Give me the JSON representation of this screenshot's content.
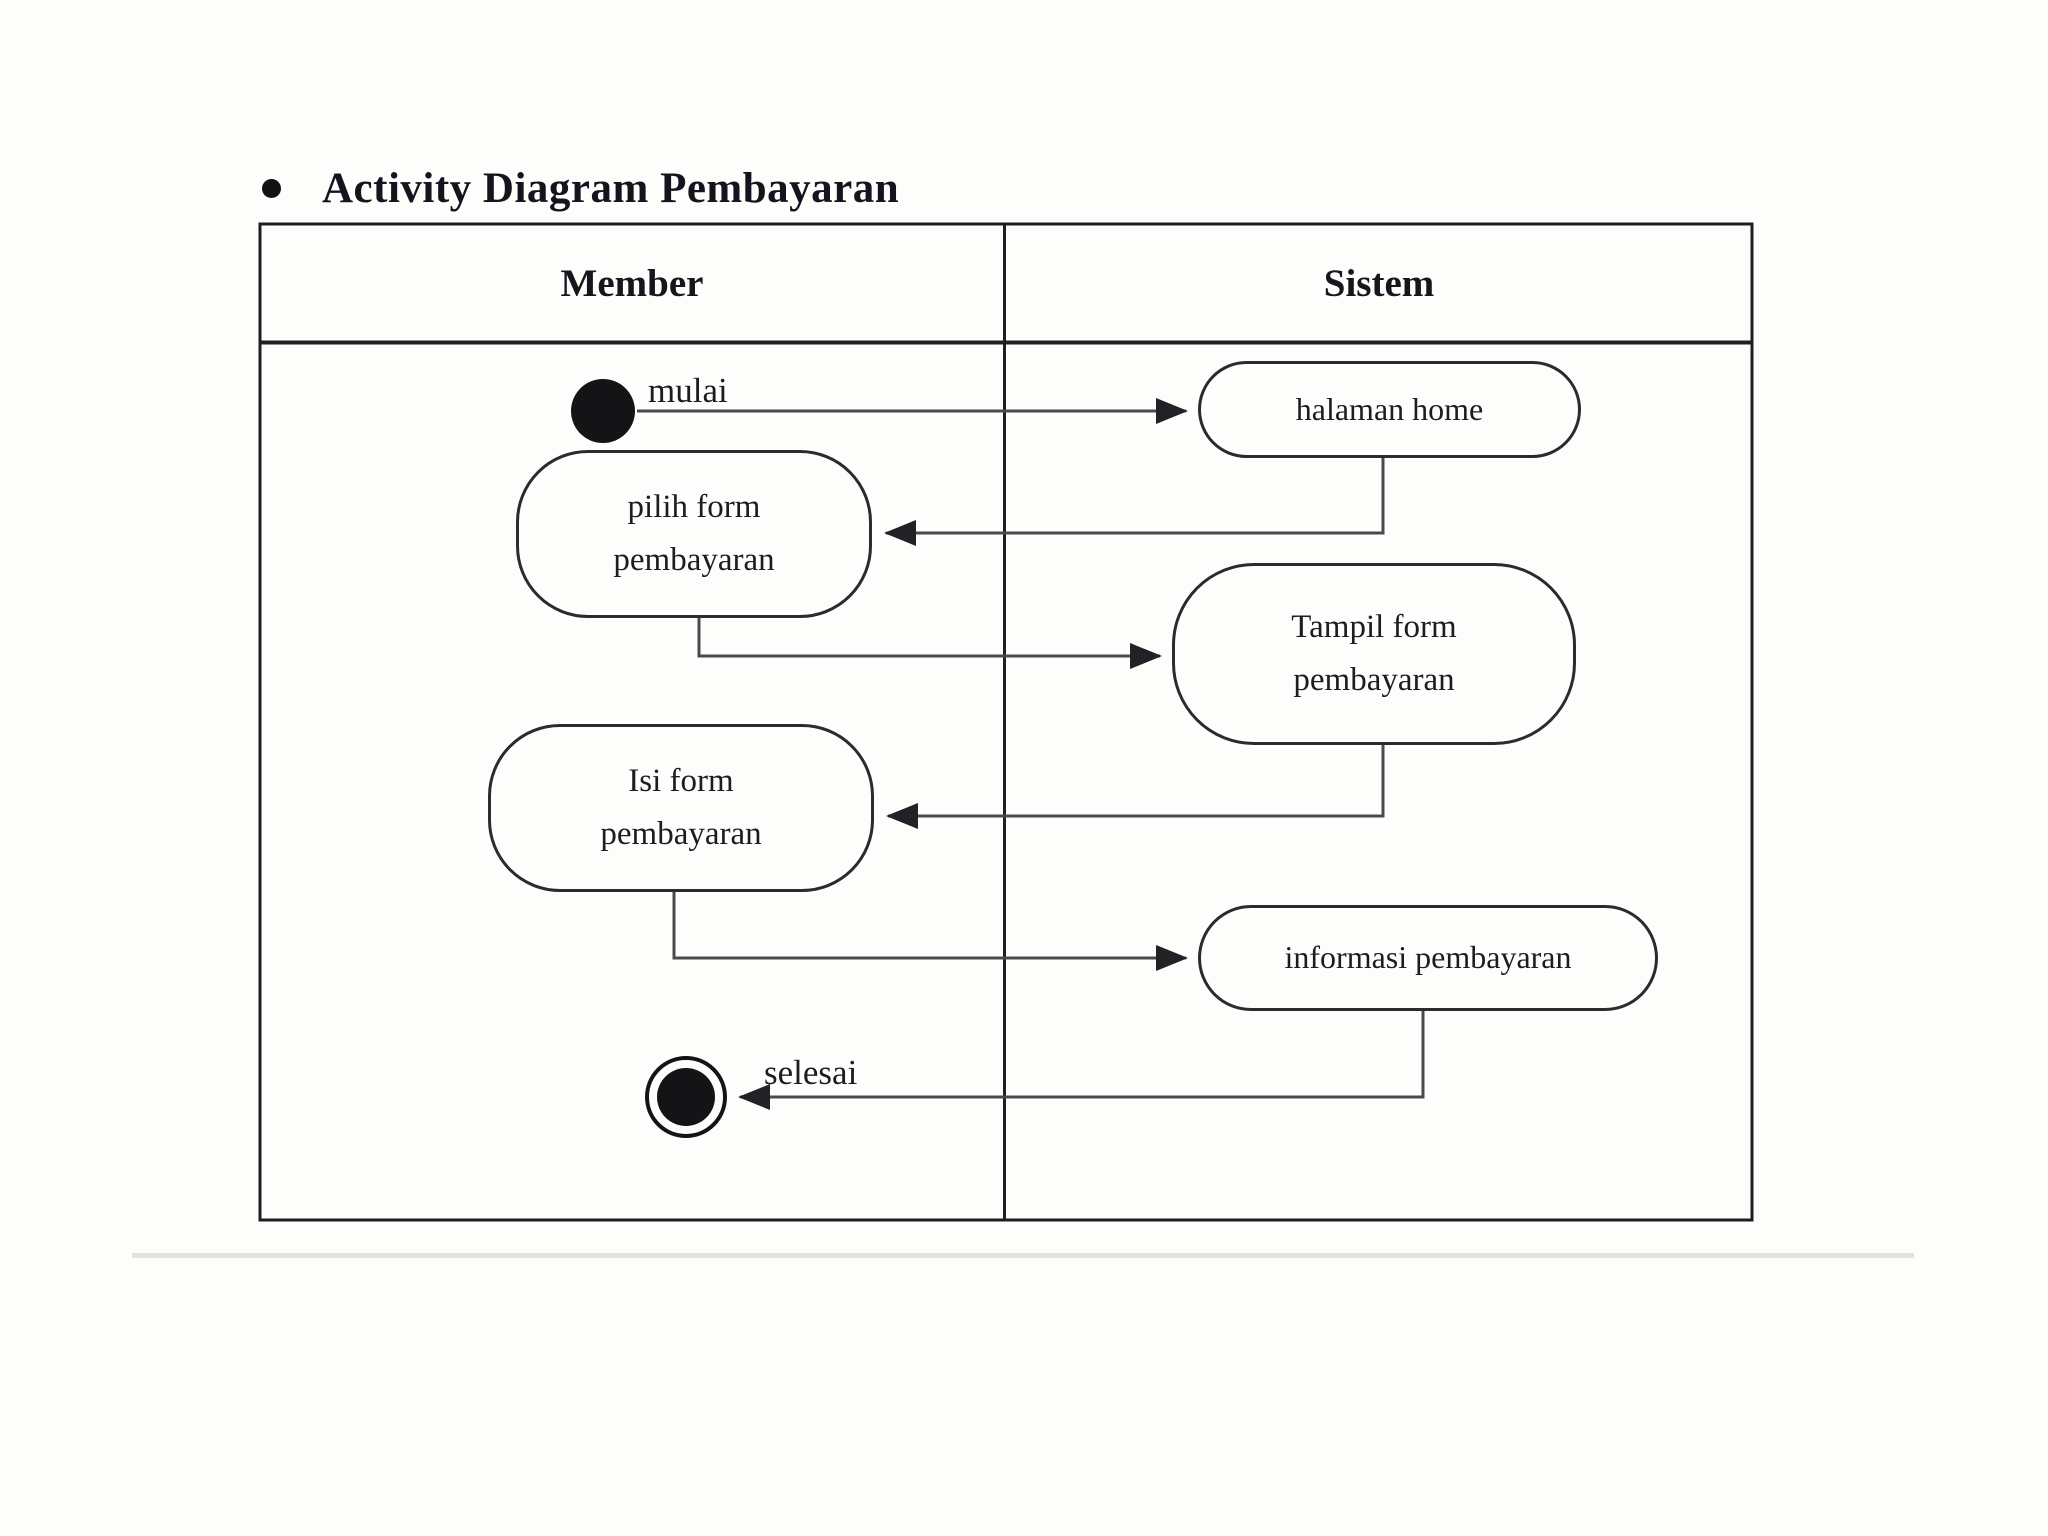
{
  "title": {
    "text": "Activity Diagram Pembayaran"
  },
  "swimlanes": {
    "member": "Member",
    "sistem": "Sistem"
  },
  "diagram": {
    "start_label": "mulai",
    "end_label": "selesai",
    "nodes": {
      "halaman_home": "halaman home",
      "pilih_form": "pilih form\npembayaran",
      "tampil_form": "Tampil form\npembayaran",
      "isi_form": "Isi form\npembayaran",
      "informasi_pembayaran": "informasi pembayaran"
    },
    "flows": [
      {
        "from": "mulai",
        "to": "halaman home"
      },
      {
        "from": "halaman home",
        "to": "pilih form pembayaran"
      },
      {
        "from": "pilih form pembayaran",
        "to": "Tampil form pembayaran"
      },
      {
        "from": "Tampil form pembayaran",
        "to": "Isi form pembayaran"
      },
      {
        "from": "Isi form pembayaran",
        "to": "informasi pembayaran"
      },
      {
        "from": "informasi pembayaran",
        "to": "selesai"
      }
    ]
  },
  "colors": {
    "table_border": "#1f1f23",
    "connector": "#4a4a4e",
    "node_fill_black": "#141416"
  }
}
